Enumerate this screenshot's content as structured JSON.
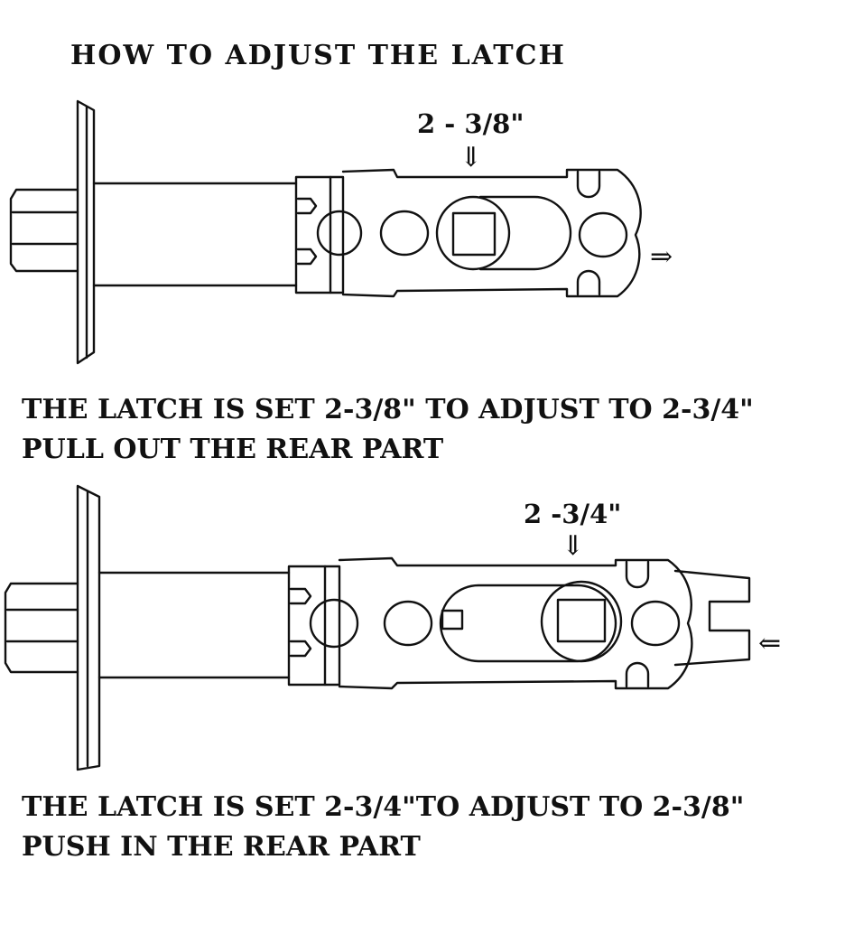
{
  "title": "HOW TO ADJUST THE LATCH",
  "diagram_top": {
    "dimension": "2 - 3/8\"",
    "caption_line1": "THE LATCH IS SET 2-3/8\" TO ADJUST TO 2-3/4\"",
    "caption_line2": "PULL OUT THE REAR PART",
    "down_arrow": "⇓",
    "side_arrow": "⇒"
  },
  "diagram_bottom": {
    "dimension": "2 -3/4\"",
    "caption_line1": "THE LATCH IS SET 2-3/4\"TO ADJUST TO 2-3/8\"",
    "caption_line2": "PUSH IN THE REAR PART",
    "down_arrow": "⇓",
    "side_arrow": "⇐"
  },
  "colors": {
    "ink": "#111111",
    "paper": "#ffffff"
  }
}
